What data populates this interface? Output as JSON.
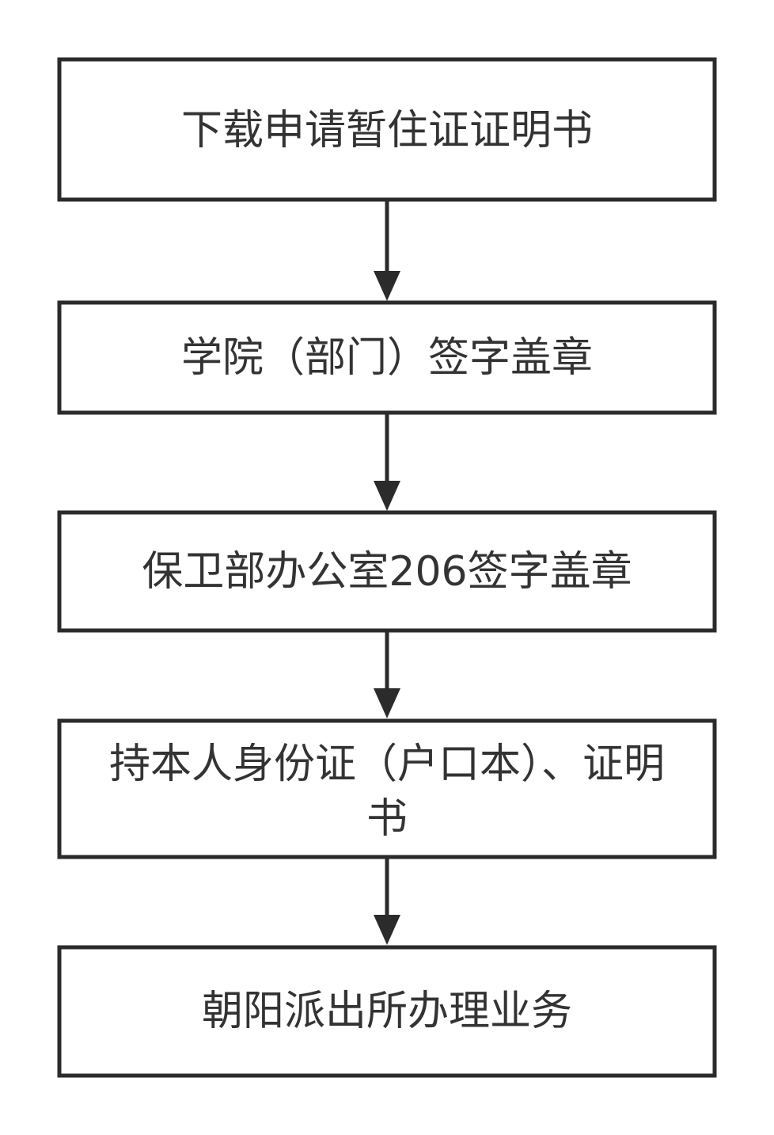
{
  "diagram": {
    "type": "flowchart",
    "colors": {
      "stroke": "#2b2b2b",
      "text": "#333333",
      "fill": "#ffffff"
    },
    "steps": [
      {
        "lines": [
          "下载申请暂住证证明书"
        ]
      },
      {
        "lines": [
          "学院（部门）签字盖章"
        ]
      },
      {
        "lines": [
          "保卫部办公室206签字盖章"
        ]
      },
      {
        "lines": [
          "持本人身份证（户口本）、证明",
          "书"
        ]
      },
      {
        "lines": [
          "朝阳派出所办理业务"
        ]
      }
    ]
  }
}
